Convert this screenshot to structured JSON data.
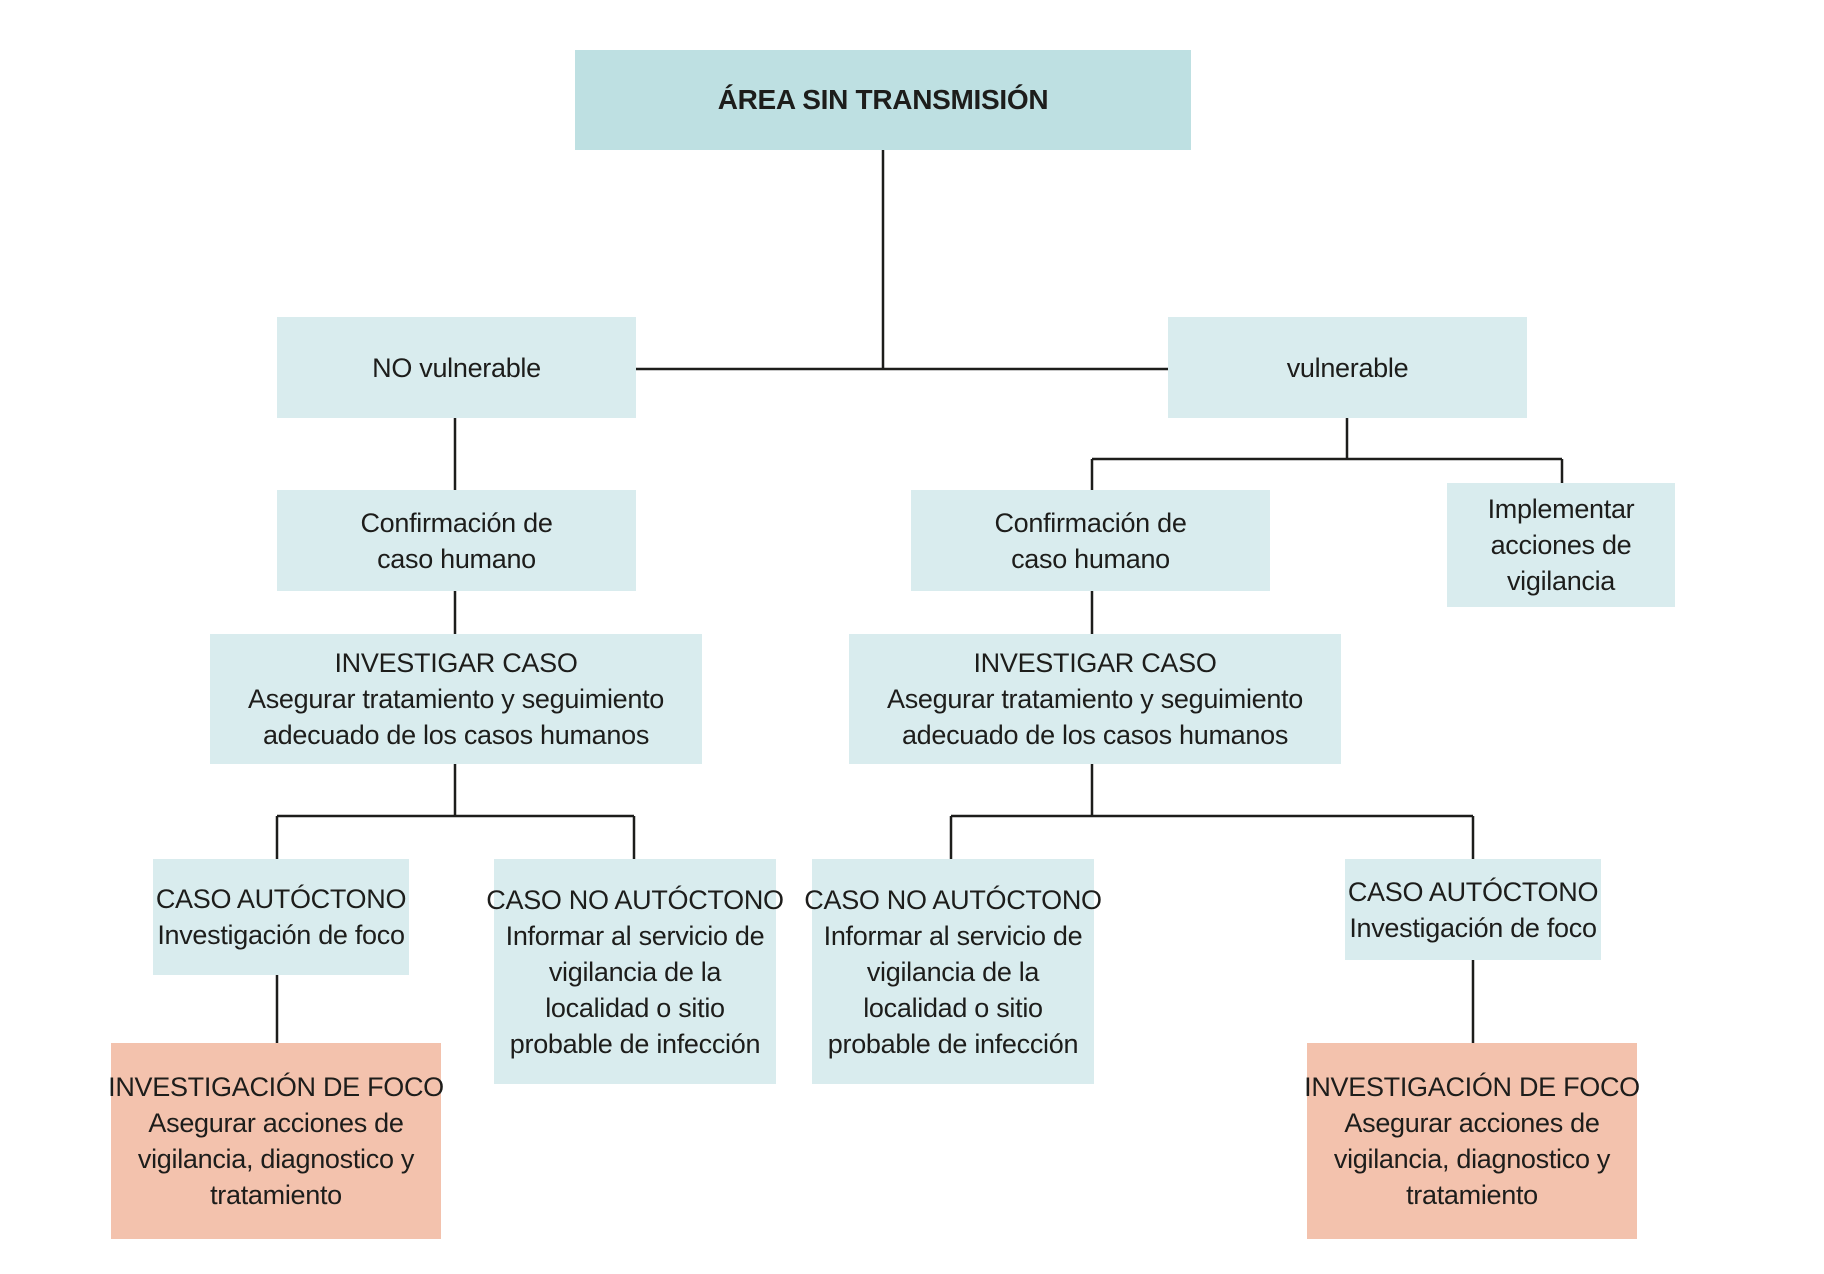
{
  "root": {
    "label": "ÁREA SIN TRANSMISIÓN"
  },
  "left": {
    "status": "NO vulnerable",
    "confirm": [
      "Confirmación de",
      "caso humano"
    ],
    "investigate": [
      "INVESTIGAR CASO",
      "Asegurar tratamiento y seguimiento",
      "adecuado de los casos humanos"
    ],
    "autoctono": [
      "CASO AUTÓCTONO",
      "Investigación de foco"
    ],
    "no_autoctono": [
      "CASO NO AUTÓCTONO",
      "Informar al servicio de",
      "vigilancia de la",
      "localidad o sitio",
      "probable de infección"
    ],
    "foco": [
      "INVESTIGACIÓN DE FOCO",
      "Asegurar acciones de",
      "vigilancia, diagnostico y",
      "tratamiento"
    ]
  },
  "right": {
    "status": "vulnerable",
    "confirm": [
      "Confirmación de",
      "caso humano"
    ],
    "surveillance": [
      "Implementar",
      "acciones de",
      "vigilancia"
    ],
    "investigate": [
      "INVESTIGAR CASO",
      "Asegurar tratamiento y seguimiento",
      "adecuado de los casos humanos"
    ],
    "no_autoctono": [
      "CASO NO AUTÓCTONO",
      "Informar al servicio de",
      "vigilancia de la",
      "localidad o sitio",
      "probable de infección"
    ],
    "autoctono": [
      "CASO AUTÓCTONO",
      "Investigación de foco"
    ],
    "foco": [
      "INVESTIGACIÓN DE FOCO",
      "Asegurar acciones de",
      "vigilancia, diagnostico y",
      "tratamiento"
    ]
  },
  "colors": {
    "root_fill": "#bee0e2",
    "node_fill": "#d9ecee",
    "highlight_fill": "#f3c2ad",
    "connector": "#1d1d1b"
  }
}
